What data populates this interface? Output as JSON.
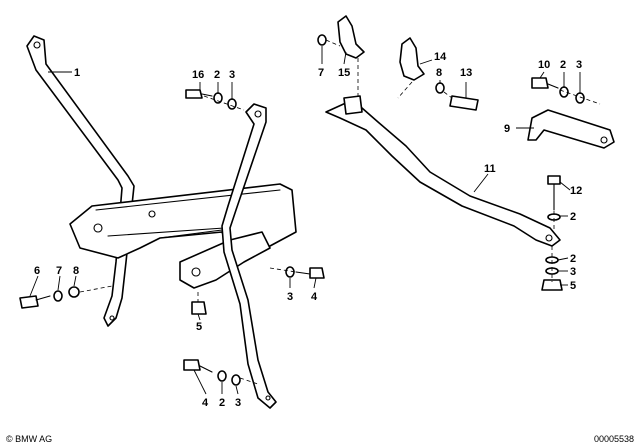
{
  "callouts": {
    "c1": "1",
    "c16": "16",
    "c2a": "2",
    "c3a": "3",
    "c7a": "7",
    "c15": "15",
    "c14": "14",
    "c8a": "8",
    "c13": "13",
    "c10": "10",
    "c2b": "2",
    "c3b": "3",
    "c9": "9",
    "c11": "11",
    "c12": "12",
    "c2c": "2",
    "c2d": "2",
    "c3c": "3",
    "c5a": "5",
    "c6": "6",
    "c7b": "7",
    "c8b": "8",
    "c3d": "3",
    "c4a": "4",
    "c5b": "5",
    "c4b": "4",
    "c2e": "2",
    "c3e": "3"
  },
  "footer": {
    "brand": "BMW AG",
    "image_number": "00005538"
  }
}
